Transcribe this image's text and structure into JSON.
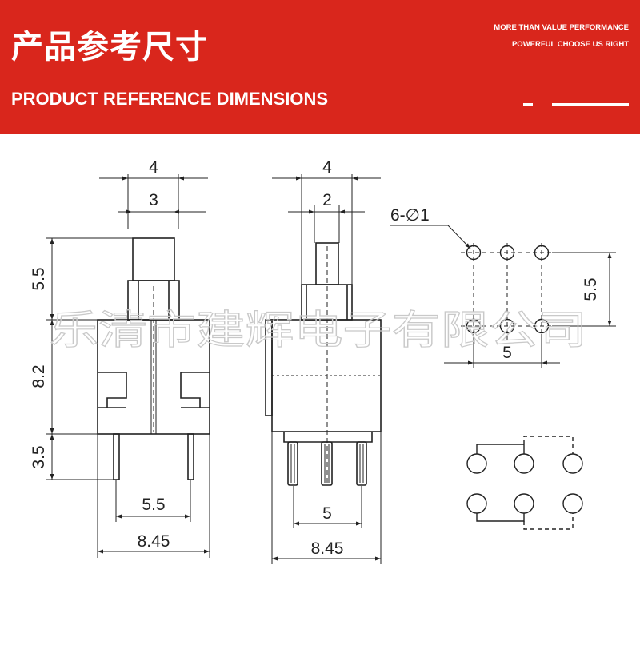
{
  "header": {
    "title_cn": "产品参考尺寸",
    "title_en": "PRODUCT REFERENCE DIMENSIONS",
    "tagline_1": "MORE THAN VALUE PERFORMANCE",
    "tagline_2": "POWERFUL CHOOSE US RIGHT",
    "background_color": "#d9261c",
    "text_color": "#ffffff"
  },
  "front_view": {
    "dims": {
      "top_width": "4",
      "button_width": "3",
      "button_height": "5.5",
      "body_height": "8.2",
      "pin_length": "3.5",
      "pin_pitch": "5.5",
      "body_width": "8.45"
    }
  },
  "side_view": {
    "dims": {
      "top_width": "4",
      "button_width": "2",
      "pin_pitch": "5",
      "body_width": "8.45"
    }
  },
  "footprint": {
    "hole_spec": "6-∅1",
    "row_spacing": "5.5",
    "col_spacing": "5"
  },
  "watermark": "乐清市建辉电子有限公司",
  "line_color": "#222222"
}
